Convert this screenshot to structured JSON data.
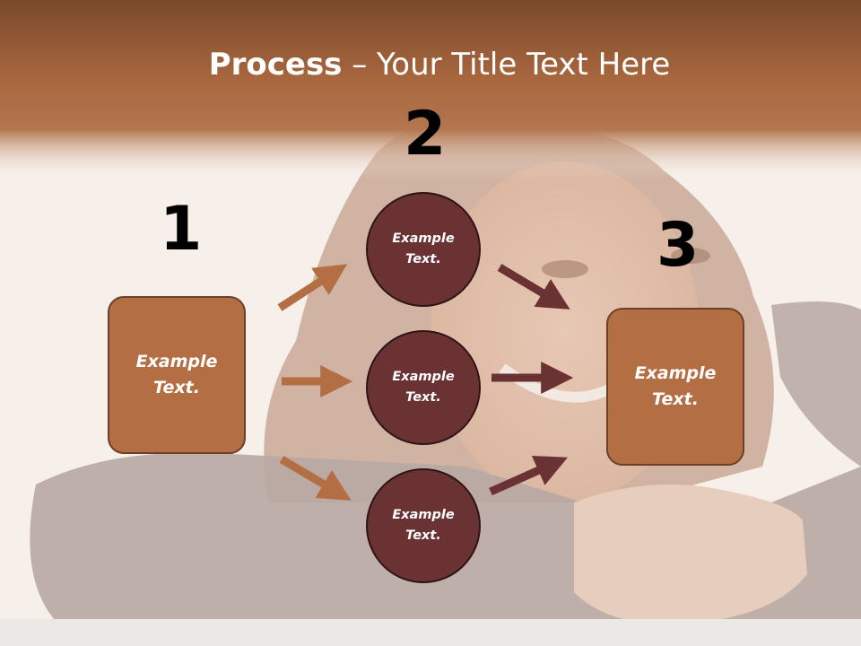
{
  "title": {
    "bold": "Process",
    "rest": " – Your Title Text Here"
  },
  "steps": {
    "one": {
      "number": "1",
      "label": "Example Text."
    },
    "two": {
      "number": "2",
      "items": [
        "Example Text.",
        "Example Text.",
        "Example Text."
      ]
    },
    "three": {
      "number": "3",
      "label": "Example Text."
    }
  },
  "colors": {
    "header": "#a9673e",
    "box": "#b46e44",
    "circle": "#6a3233",
    "arrow_light": "#b46e44",
    "arrow_dark": "#6a3233"
  }
}
